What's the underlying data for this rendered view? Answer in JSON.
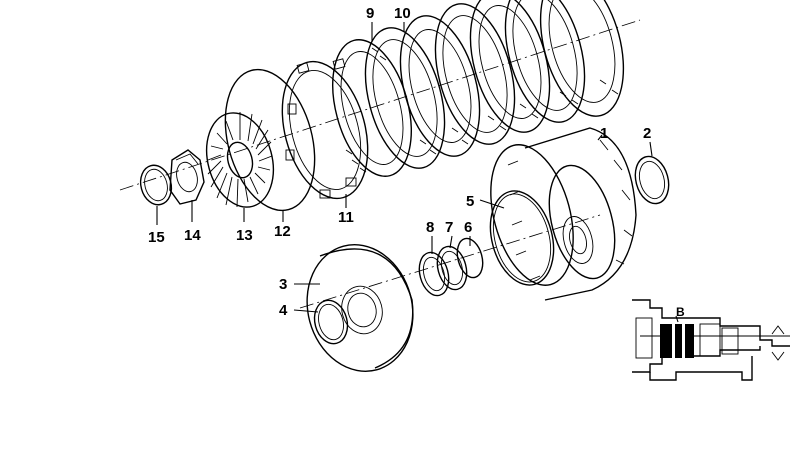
{
  "diagram": {
    "part_numbers": [
      "1",
      "2",
      "3",
      "4",
      "5",
      "6",
      "7",
      "8",
      "9",
      "10",
      "11",
      "12",
      "13",
      "14",
      "15"
    ],
    "inset_label": "B"
  }
}
